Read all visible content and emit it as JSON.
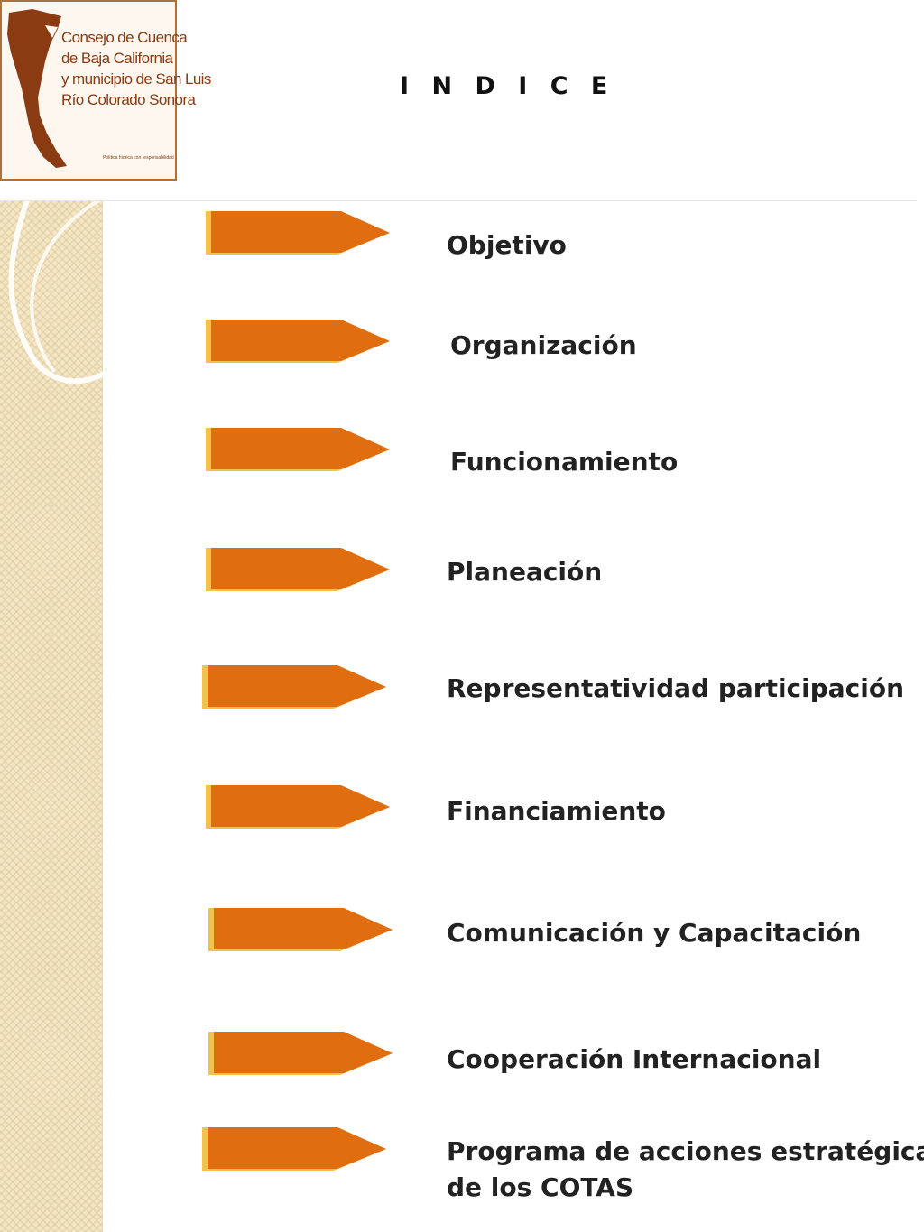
{
  "logo": {
    "lines": [
      "Consejo de Cuenca",
      "de Baja California",
      "y municipio de San Luis",
      "Río Colorado Sonora"
    ],
    "tagline": "Política hídrica con responsabilidad"
  },
  "title": "I N D I C E",
  "colors": {
    "arrow": "#e06d10",
    "arrow_shadow": "#f2c24a",
    "logo_brown": "#8a3b12"
  },
  "items": [
    {
      "label": "Objetivo"
    },
    {
      "label": "Organización"
    },
    {
      "label": "Funcionamiento"
    },
    {
      "label": "Planeación"
    },
    {
      "label": "Representatividad  participación"
    },
    {
      "label": "Financiamiento"
    },
    {
      "label": "Comunicación y Capacitación"
    },
    {
      "label": "Cooperación Internacional"
    },
    {
      "label": "Programa de acciones estratégicas"
    }
  ],
  "last_item_line2": "de los COTAS"
}
